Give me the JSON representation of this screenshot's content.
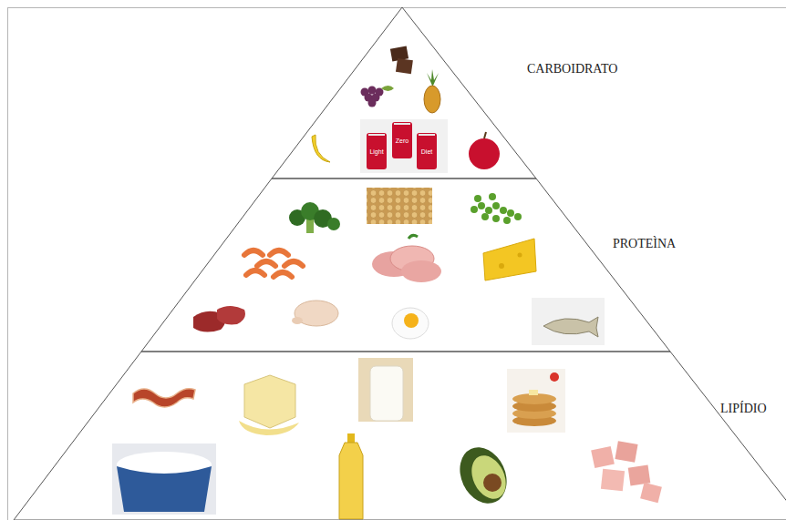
{
  "diagram": {
    "nodes": [
      {
        "text": [
          "CARBOIDRATO"
        ]
      },
      {
        "text": [
          "PROTEÌNA"
        ]
      },
      {
        "text": [
          "LIPÍDIO"
        ]
      }
    ],
    "labels": [
      "Light",
      "Zero",
      "Diet"
    ]
  }
}
